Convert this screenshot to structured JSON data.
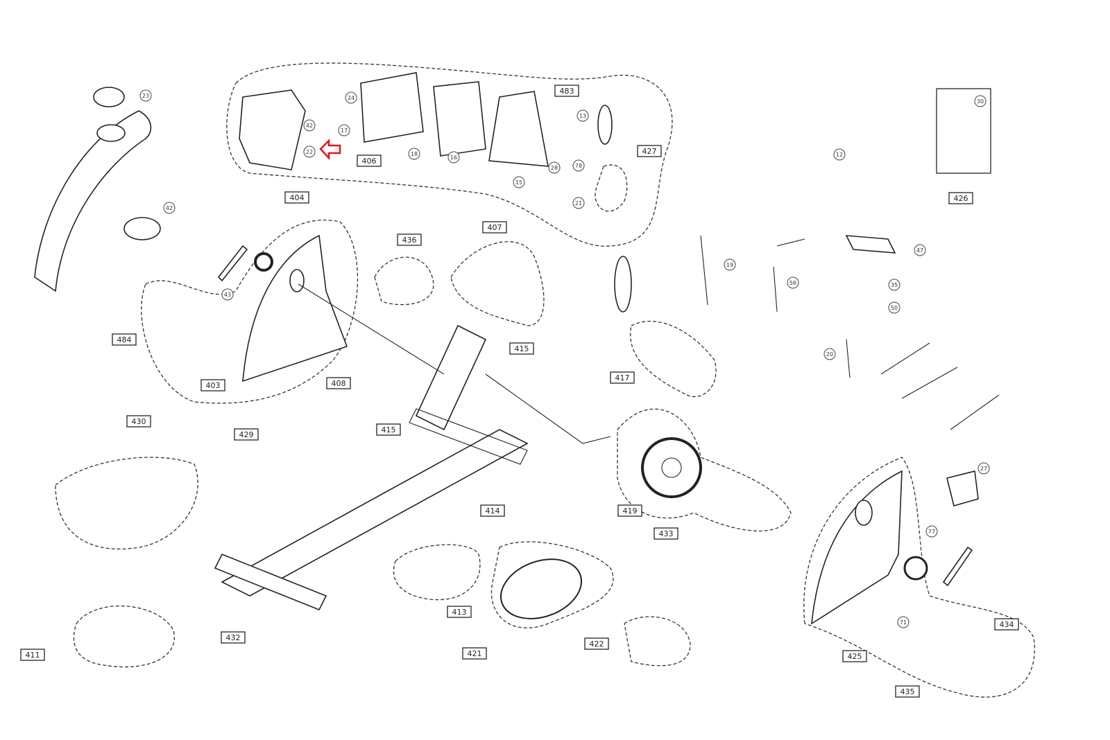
{
  "diagram": {
    "callouts": [
      "483",
      "406",
      "427",
      "426",
      "404",
      "436",
      "407",
      "484",
      "403",
      "408",
      "415",
      "417",
      "430",
      "429",
      "415",
      "414",
      "419",
      "433",
      "413",
      "421",
      "422",
      "432",
      "411",
      "425",
      "434",
      "435"
    ],
    "circled": [
      "23",
      "42",
      "22",
      "24",
      "18",
      "17",
      "16",
      "28",
      "15",
      "13",
      "78",
      "21",
      "42",
      "43",
      "30",
      "12",
      "19",
      "56",
      "47",
      "35",
      "50",
      "20",
      "27",
      "77",
      "71"
    ],
    "highlight_arrow": {
      "color": "#e0141e",
      "icon": "arrow-left-icon"
    }
  }
}
